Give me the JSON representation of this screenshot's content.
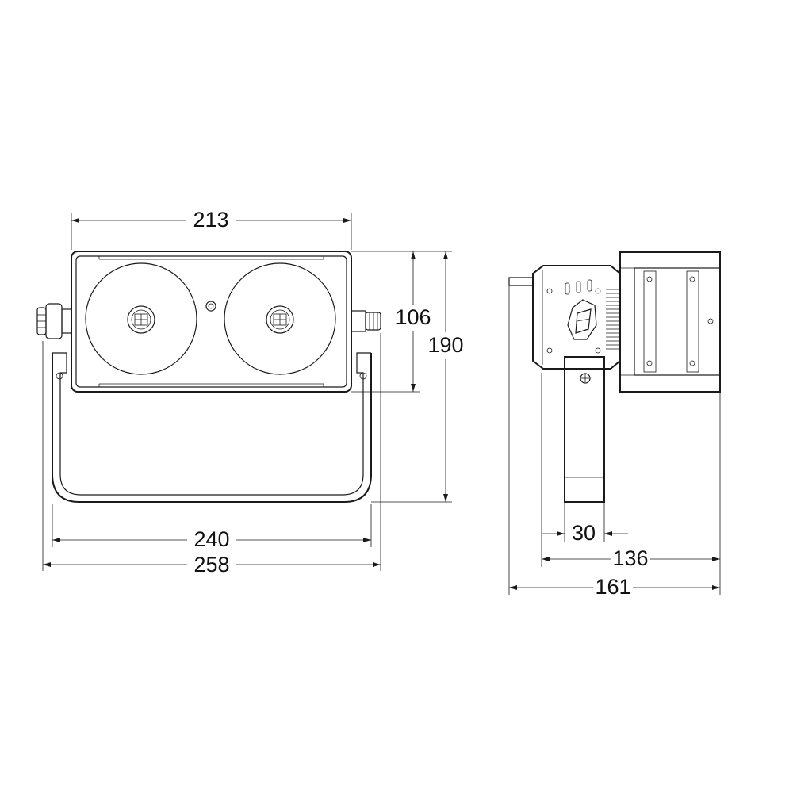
{
  "dimensions": {
    "front_width": "213",
    "head_height": "106",
    "total_height": "190",
    "yoke_width": "240",
    "overall_width": "258",
    "bracket_width": "30",
    "body_depth": "136",
    "overall_depth": "161"
  }
}
